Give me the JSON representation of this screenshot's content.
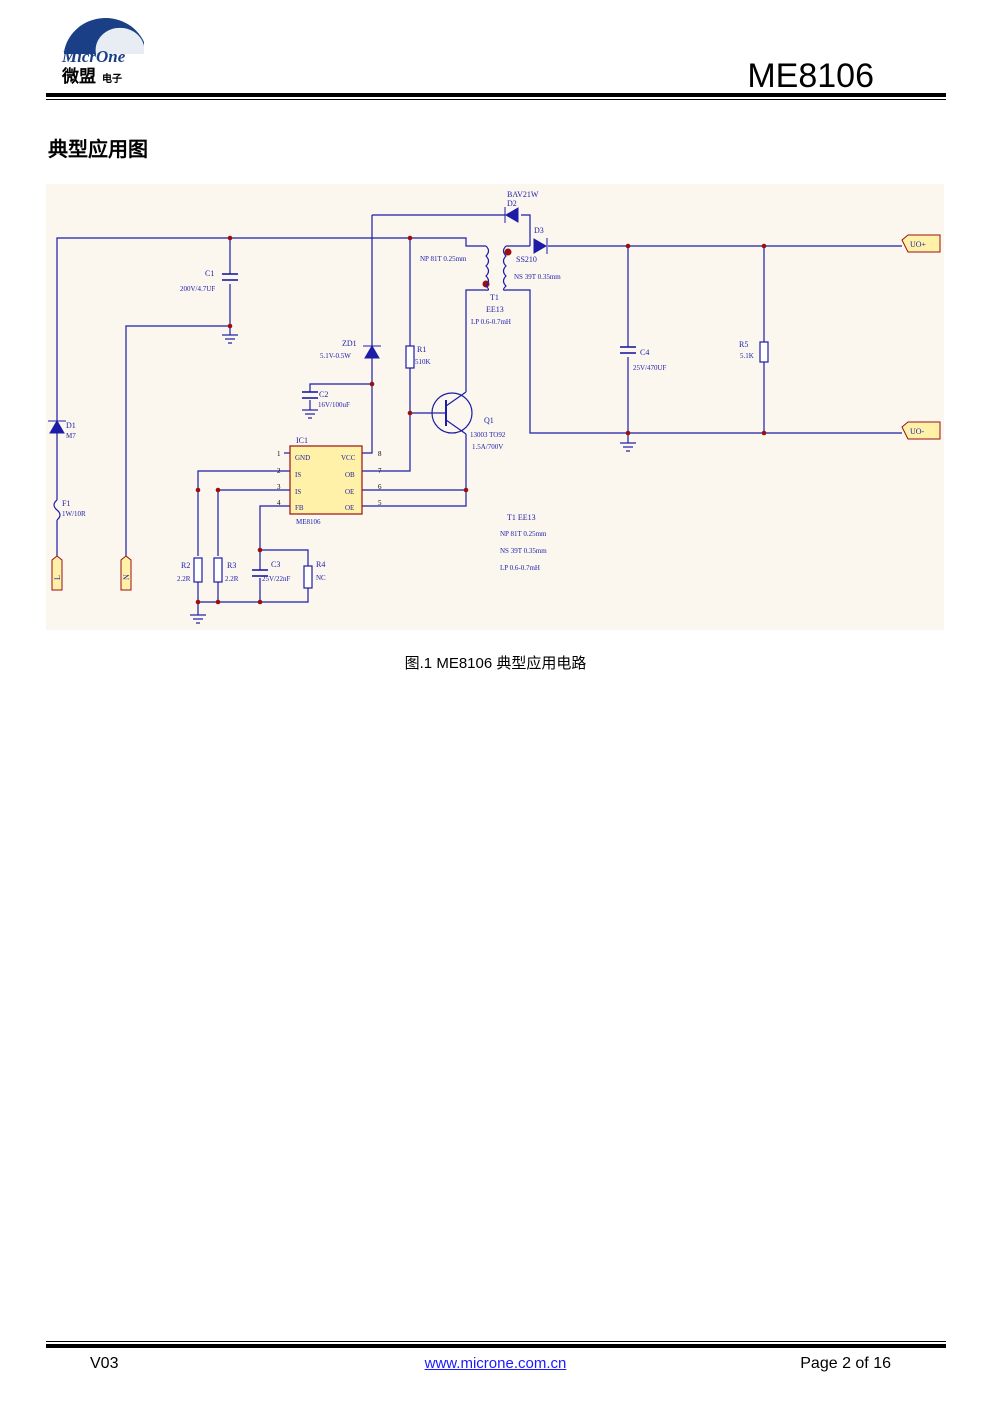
{
  "header": {
    "logo_text_en": "MicrOne",
    "logo_text_cn": "微盟",
    "logo_text_cn_small": "电子",
    "doc_title": "ME8106"
  },
  "section": {
    "title": "典型应用图"
  },
  "schematic": {
    "labels": {
      "d2_name": "BAV21W",
      "d2_ref": "D2",
      "d3_ref": "D3",
      "d3_name": "SS210",
      "np": "NP 81T 0.25mm",
      "ns": "NS 39T 0.35mm",
      "t1_ref": "T1",
      "t1_core": "EE13",
      "t1_lp": "LP 0.6-0.7mH",
      "c1_ref": "C1",
      "c1_val": "200V/4.7UF",
      "zd1_ref": "ZD1",
      "zd1_val": "5.1V-0.5W",
      "r1_ref": "R1",
      "r1_val": "510K",
      "c2_ref": "C2",
      "c2_val": "16V/100uF",
      "q1_ref": "Q1",
      "q1_val": "13003  TO92",
      "q1_rating": "1.5A/700V",
      "c4_ref": "C4",
      "c4_val": "25V/470UF",
      "r5_ref": "R5",
      "r5_val": "5.1K",
      "out_pos": "UO+",
      "out_neg": "UO-",
      "d1_ref": "D1",
      "d1_val": "M7",
      "f1_ref": "F1",
      "f1_val": "1W/10R",
      "ic_ref": "IC1",
      "ic_name": "ME8106",
      "pin1": "GND",
      "pin2": "IS",
      "pin3": "IS",
      "pin4": "FB",
      "pin8": "VCC",
      "pin7": "OB",
      "pin6": "OE",
      "pin5": "OE",
      "n1": "1",
      "n2": "2",
      "n3": "3",
      "n4": "4",
      "n5": "5",
      "n6": "6",
      "n7": "7",
      "n8": "8",
      "r2_ref": "R2",
      "r2_val": "2.2R",
      "r3_ref": "R3",
      "r3_val": "2.2R",
      "c3_ref": "C3",
      "c3_val": "25V/22nF",
      "r4_ref": "R4",
      "r4_val": "NC",
      "note_t1": "T1  EE13",
      "note_np": "NP 81T 0.25mm",
      "note_ns": "NS 39T 0.35mm",
      "note_lp": "LP 0.6-0.7mH",
      "in_l": "L",
      "in_n": "N"
    },
    "colors": {
      "wire": "#1c1ca8",
      "junction": "#9a1010",
      "comp_fill": "#fff2a8",
      "background": "#fbf7ef"
    }
  },
  "caption": "图.1    ME8106  典型应用电路",
  "footer": {
    "version": "V03",
    "link": "www.microne.com.cn",
    "page": "Page 2 of 16"
  }
}
